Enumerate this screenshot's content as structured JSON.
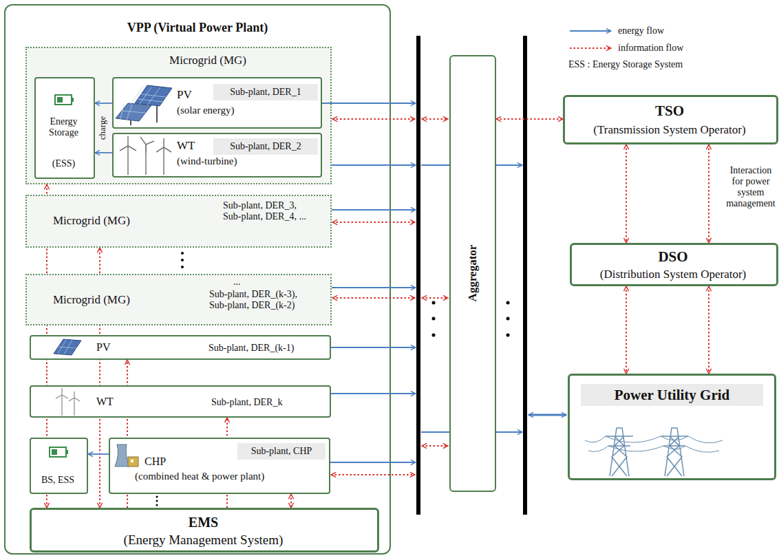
{
  "diagram": {
    "nodes": [
      {
        "text": [
          "VPP (Virtual Power Plant)"
        ]
      },
      {
        "text": [
          "Microgrid (MG)"
        ],
        "in": 0
      },
      {
        "text": [
          "Energy Storage",
          "(ESS)"
        ],
        "in": 1
      },
      {
        "text": [
          "PV",
          "(solar energy)",
          "Sub-plant, DER_1"
        ],
        "in": 1
      },
      {
        "text": [
          "WT",
          "(wind-turbine)",
          "Sub-plant, DER_2"
        ],
        "in": 1
      },
      {
        "text": [
          "Microgrid (MG)",
          "Sub-plant, DER_3, Sub-plant, DER_4, ..."
        ],
        "in": 0
      },
      {
        "text": [
          "Microgrid (MG)",
          "...",
          "Sub-plant, DER_(k-3), Sub-plant, DER_(k-2)"
        ],
        "in": 0
      },
      {
        "text": [
          "PV",
          "Sub-plant, DER_(k-1)"
        ],
        "in": 0
      },
      {
        "text": [
          "WT",
          "Sub-plant, DER_k"
        ],
        "in": 0
      },
      {
        "text": [
          "BS, ESS"
        ],
        "in": 0
      },
      {
        "text": [
          "CHP",
          "(combined heat & power plant)",
          "Sub-plant, CHP"
        ],
        "in": 0
      },
      {
        "text": [
          "EMS",
          "(Energy Management System)"
        ],
        "in": 0
      },
      {
        "text": [
          "Aggregator"
        ]
      },
      {
        "text": [
          "TSO",
          "(Transmission System Operator)"
        ]
      },
      {
        "text": [
          "DSO",
          "(Distribution System Operator)"
        ]
      },
      {
        "text": [
          "Power Utility Grid"
        ]
      }
    ],
    "edges": [
      {
        "from": 3,
        "to": 2,
        "arrow": "to"
      },
      {
        "from": 4,
        "to": 2,
        "arrow": "to"
      },
      {
        "from": 11,
        "to": 1,
        "arrow": "both"
      },
      {
        "from": 11,
        "to": 5,
        "arrow": "both"
      },
      {
        "from": 11,
        "to": 7,
        "arrow": "to"
      },
      {
        "from": 11,
        "to": 8,
        "arrow": "to"
      },
      {
        "from": 10,
        "to": 11,
        "arrow": "both"
      },
      {
        "from": 10,
        "to": 9,
        "arrow": "to"
      },
      {
        "from": 12,
        "to": 13,
        "arrow": "both"
      },
      {
        "from": 13,
        "to": 14,
        "arrow": "both"
      },
      {
        "from": 13,
        "to": 14,
        "arrow": "both"
      },
      {
        "from": 14,
        "to": 15,
        "arrow": "both"
      },
      {
        "from": 14,
        "to": 15,
        "arrow": "both"
      }
    ],
    "labels": [
      "charge",
      "ESS : Energy Storage System",
      "Interaction for power system management"
    ],
    "legend": [
      {
        "text": "energy flow"
      },
      {
        "text": "information flow"
      }
    ]
  }
}
